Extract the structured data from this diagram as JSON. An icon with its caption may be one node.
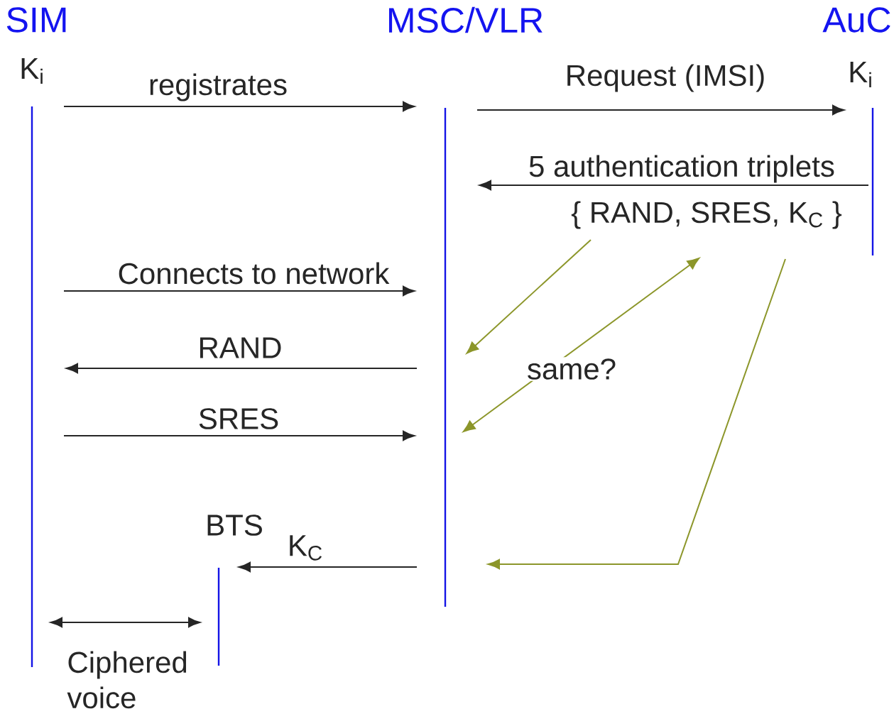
{
  "diagram": {
    "nodes": [
      {
        "text": [],
        "shape": "line",
        "beside": [
          "SIM",
          "K$_{i}$"
        ]
      },
      {
        "text": [],
        "shape": "line",
        "beside": [
          "MSC/VLR"
        ]
      },
      {
        "text": [],
        "shape": "line",
        "beside": [
          "AuC",
          "K$_{i}$"
        ]
      },
      {
        "text": [],
        "shape": "line",
        "beside": [
          "BTS"
        ]
      },
      {
        "text": [
          "{ RAND, SRES, K$_{C}$ }"
        ]
      }
    ],
    "edges": [
      {
        "from": 0,
        "to": 1,
        "arrow": "to",
        "label": "registrates"
      },
      {
        "from": 1,
        "to": 2,
        "arrow": "to",
        "label": "Request (IMSI)"
      },
      {
        "from": 2,
        "to": 1,
        "arrow": "to",
        "label": "5 authentication triplets"
      },
      {
        "from": 0,
        "to": 1,
        "arrow": "to",
        "label": "Connects to network"
      },
      {
        "from": 1,
        "to": 0,
        "arrow": "to",
        "label": "RAND"
      },
      {
        "from": 0,
        "to": 1,
        "arrow": "to",
        "label": "SRES"
      },
      {
        "from": 1,
        "to": 3,
        "arrow": "to",
        "label": "K$_{C}$"
      },
      {
        "from": 0,
        "to": 3,
        "arrow": "both",
        "label": "Ciphered voice"
      },
      {
        "from": 4,
        "to": 1,
        "arrow": "to",
        "color": "#8c962a"
      },
      {
        "from": 4,
        "to": 1,
        "arrow": "both",
        "color": "#8c962a",
        "label": "same?"
      },
      {
        "from": 4,
        "to": 1,
        "arrow": "to",
        "color": "#8c962a"
      }
    ]
  }
}
